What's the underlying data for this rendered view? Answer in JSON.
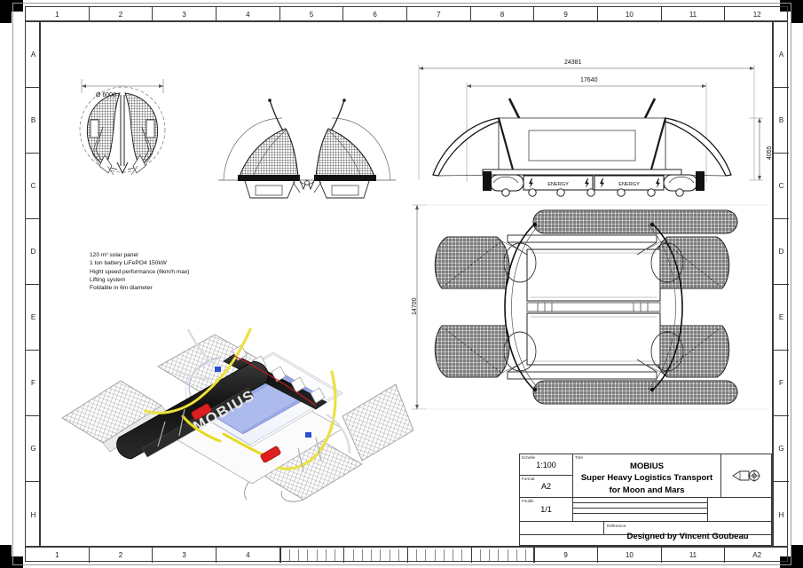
{
  "sheet": {
    "format": "A2",
    "zones_top": [
      "1",
      "2",
      "3",
      "4",
      "5",
      "6",
      "7",
      "8",
      "9",
      "10",
      "11",
      "12"
    ],
    "zones_bottom": [
      "1",
      "2",
      "3",
      "4",
      "9",
      "10",
      "11",
      "A2"
    ],
    "zones_side": [
      "A",
      "B",
      "C",
      "D",
      "E",
      "F",
      "G",
      "H"
    ]
  },
  "specs": {
    "text": "120 m² solar panel\n1 ton battery LiFePO4 150kW\nHight speed performance (6km/h max)\nLifting system\nFoldable in 6m diameter"
  },
  "dimensions": {
    "folded_diameter": "Ø 6000",
    "overall_length": "24381",
    "body_length": "17640",
    "overall_height": "4055",
    "overall_width": "14700"
  },
  "side_view": {
    "module_label_1": "ENERGY",
    "module_label_2": "ENERGY"
  },
  "model": {
    "logo": "MOBIUS"
  },
  "title_block": {
    "scale_label": "Echelle",
    "scale_value": "1:100",
    "format_label": "Format",
    "format_value": "A2",
    "sheet_label": "Feuille",
    "sheet_value": "1/1",
    "title_label": "Titre",
    "title_line1": "MOBIUS",
    "title_line2": "Super Heavy Logistics Transport",
    "title_line3": "for Moon and Mars",
    "reference_label": "Référence:",
    "reference_value": "Designed by Vincent Goubeau",
    "projection_symbol": "first-angle-projection"
  },
  "colors": {
    "ink": "#111111",
    "frame": "#3a3a3a",
    "accent_yellow": "#e8dd22",
    "accent_red": "#e02020",
    "accent_blue": "#8fa8e8",
    "panel_black": "#1c1c1c"
  }
}
